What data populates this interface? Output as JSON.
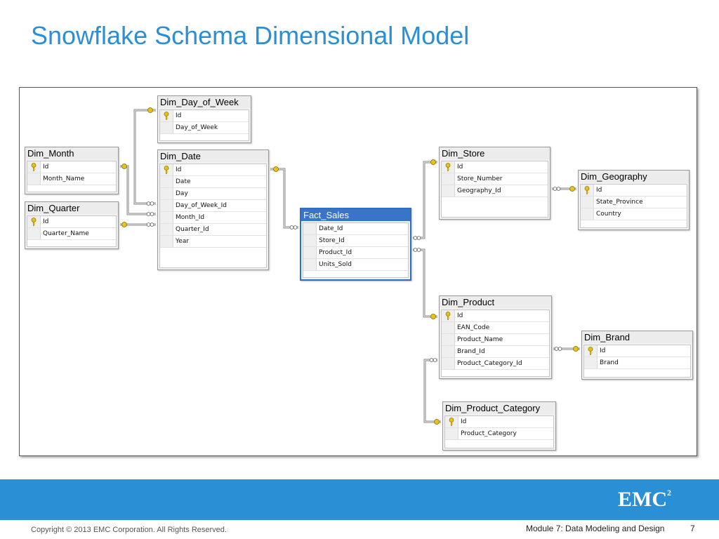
{
  "slide": {
    "title": "Snowflake Schema Dimensional Model",
    "copyright": "Copyright © 2013 EMC Corporation. All Rights Reserved.",
    "module": "Module 7: Data Modeling and Design",
    "page_number": "7",
    "logo": {
      "text": "EMC",
      "superscript": "2"
    }
  },
  "colors": {
    "accent": "#2b8fd6",
    "selected_header": "#3a74c8",
    "key_icon": "#e8c21a"
  },
  "tables": {
    "dim_day_of_week": {
      "name": "Dim_Day_of_Week",
      "fields": [
        {
          "name": "Id",
          "key": true
        },
        {
          "name": "Day_of_Week",
          "key": false
        }
      ]
    },
    "dim_month": {
      "name": "Dim_Month",
      "fields": [
        {
          "name": "Id",
          "key": true
        },
        {
          "name": "Month_Name",
          "key": false
        }
      ]
    },
    "dim_quarter": {
      "name": "Dim_Quarter",
      "fields": [
        {
          "name": "Id",
          "key": true
        },
        {
          "name": "Quarter_Name",
          "key": false
        }
      ]
    },
    "dim_date": {
      "name": "Dim_Date",
      "fields": [
        {
          "name": "Id",
          "key": true
        },
        {
          "name": "Date",
          "key": false
        },
        {
          "name": "Day",
          "key": false
        },
        {
          "name": "Day_of_Week_Id",
          "key": false
        },
        {
          "name": "Month_Id",
          "key": false
        },
        {
          "name": "Quarter_Id",
          "key": false
        },
        {
          "name": "Year",
          "key": false
        }
      ]
    },
    "fact_sales": {
      "name": "Fact_Sales",
      "fields": [
        {
          "name": "Date_Id",
          "key": false
        },
        {
          "name": "Store_Id",
          "key": false
        },
        {
          "name": "Product_Id",
          "key": false
        },
        {
          "name": "Units_Sold",
          "key": false
        }
      ]
    },
    "dim_store": {
      "name": "Dim_Store",
      "fields": [
        {
          "name": "Id",
          "key": true
        },
        {
          "name": "Store_Number",
          "key": false
        },
        {
          "name": "Geography_Id",
          "key": false
        }
      ]
    },
    "dim_geography": {
      "name": "Dim_Geography",
      "fields": [
        {
          "name": "Id",
          "key": true
        },
        {
          "name": "State_Province",
          "key": false
        },
        {
          "name": "Country",
          "key": false
        }
      ]
    },
    "dim_product": {
      "name": "Dim_Product",
      "fields": [
        {
          "name": "Id",
          "key": true
        },
        {
          "name": "EAN_Code",
          "key": false
        },
        {
          "name": "Product_Name",
          "key": false
        },
        {
          "name": "Brand_Id",
          "key": false
        },
        {
          "name": "Product_Category_Id",
          "key": false
        }
      ]
    },
    "dim_brand": {
      "name": "Dim_Brand",
      "fields": [
        {
          "name": "Id",
          "key": true
        },
        {
          "name": "Brand",
          "key": false
        }
      ]
    },
    "dim_product_category": {
      "name": "Dim_Product_Category",
      "fields": [
        {
          "name": "Id",
          "key": true
        },
        {
          "name": "Product_Category",
          "key": false
        }
      ]
    }
  }
}
